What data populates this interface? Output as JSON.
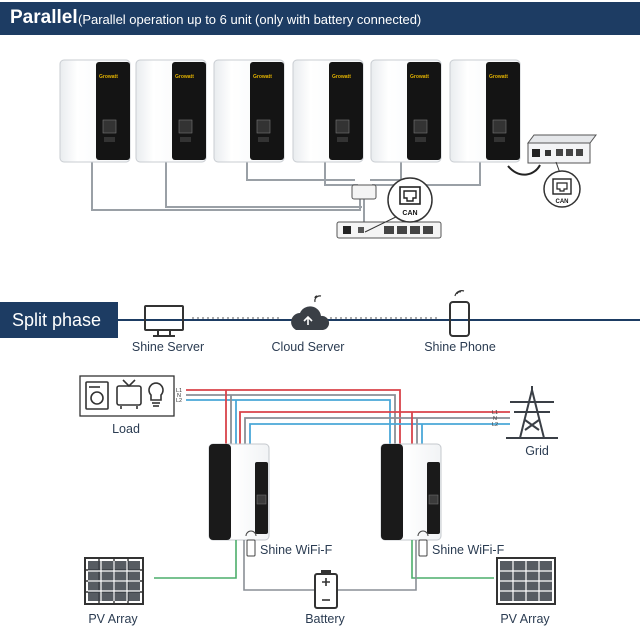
{
  "parallel": {
    "title": "Parallel",
    "subtitle": "(Parallel operation up to 6 unit (only with battery connected)",
    "inverter_brand": "Growatt",
    "can_label": "CAN",
    "can_label_2": "CAN"
  },
  "split_phase": {
    "title": "Split phase",
    "shine_server": "Shine Server",
    "cloud_server": "Cloud Server",
    "shine_phone": "Shine Phone",
    "load": "Load",
    "grid": "Grid",
    "shine_wifi_left": "Shine WiFi-F",
    "shine_wifi_right": "Shine WiFi-F",
    "pv_array_left": "PV Array",
    "pv_array_right": "PV Array",
    "battery": "Battery",
    "line_labels_left": [
      "L1",
      "N",
      "L2"
    ],
    "line_labels_right": [
      "L1",
      "N",
      "L2"
    ]
  },
  "colors": {
    "banner": "#1d3c63",
    "l1_wire": "#d9434a",
    "n_wire": "#8a8f96",
    "l2_wire": "#4aa8d8",
    "pv_wire": "#4cae6b"
  }
}
